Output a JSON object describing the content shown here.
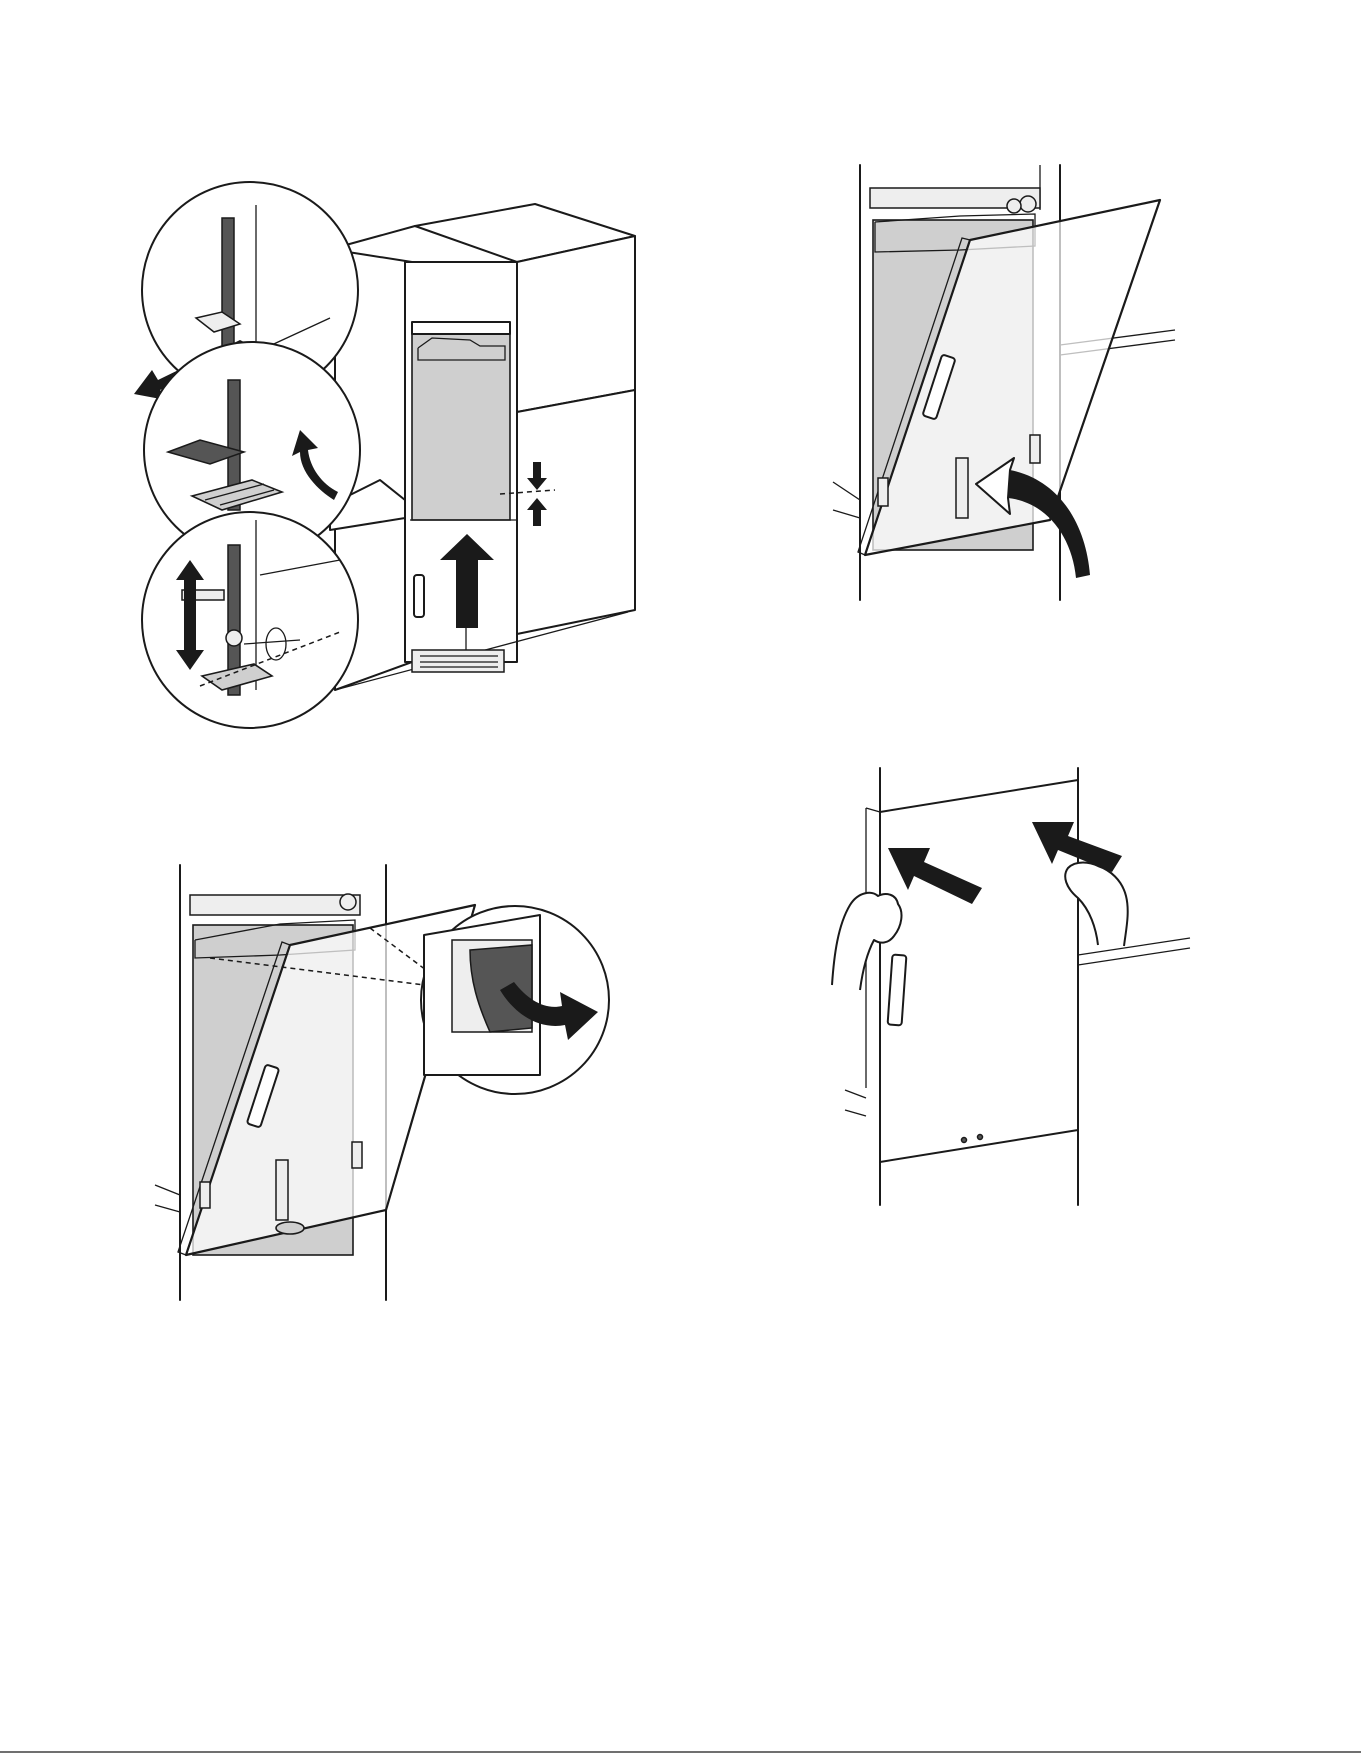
{
  "page": {
    "background": "#ffffff",
    "line_color": "#1a1a1a",
    "fill_light": "#eeeeee",
    "fill_mid": "#cfcfcf",
    "fill_dark": "#555555"
  },
  "steps": [
    {
      "id": "step-1",
      "depicts": "door-height-adjustment-with-detail-circles"
    },
    {
      "id": "step-2",
      "depicts": "door-panel-hooked-on-bottom-pivot"
    },
    {
      "id": "step-3",
      "depicts": "adhesive-backing-removal-detail"
    },
    {
      "id": "step-4",
      "depicts": "press-door-panel-with-both-hands"
    }
  ],
  "icons": [
    "arrow-icon",
    "curved-arrow-icon",
    "double-arrow-icon",
    "screwdriver-icon",
    "hand-icon"
  ]
}
